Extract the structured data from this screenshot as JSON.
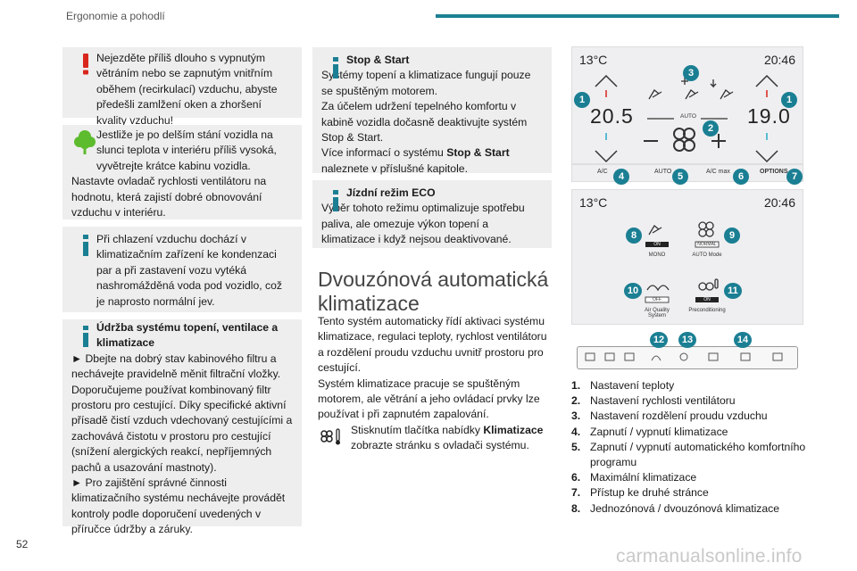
{
  "header": {
    "title": "Ergonomie a pohodlí"
  },
  "page_number": "52",
  "watermark": "carmanualsonline.info",
  "boxes": {
    "warning": "Nejezděte příliš dlouho s vypnutým větráním nebo se zapnutým vnitřním oběhem (recirkulací) vzduchu, abyste předešli zamlžení oken a zhoršení kvality vzduchu!",
    "eco_tip_1": "Jestliže je po delším stání vozidla na slunci teplota v interiéru příliš vysoká, vyvětrejte krátce kabinu vozidla.",
    "eco_tip_2": "Nastavte ovladač rychlosti ventilátoru na hodnotu, která zajistí dobré obnovování vzduchu v interiéru.",
    "info_condensation": "Při chlazení vzduchu dochází v klimatizačním zařízení ke kondenzaci par a při zastavení vozu vytéká nashromážděná voda pod vozidlo, což je naprosto normální jev.",
    "maintenance_title": "Údržba systému topení, ventilace a klimatizace",
    "maintenance_p1": "► Dbejte na dobrý stav kabinového filtru a nechávejte pravidelně měnit filtrační vložky. Doporučujeme používat kombinovaný filtr prostoru pro cestující. Díky specifické aktivní přísadě čistí vzduch vdechovaný cestujícími a zachovává čistotu v prostoru pro cestující (snížení alergických reakcí, nepříjemných pachů a usazování mastnoty).",
    "maintenance_p2": "► Pro zajištění správné činnosti klimatizačního systému nechávejte provádět kontroly podle doporučení uvedených v příručce údržby a záruky.",
    "stopstart_title": "Stop & Start",
    "stopstart_p1": "Systémy topení a klimatizace fungují pouze se spuštěným motorem.",
    "stopstart_p2": "Za účelem udržení tepelného komfortu v kabině vozidla dočasně deaktivujte systém Stop & Start.",
    "stopstart_p3a": "Více informací o systému ",
    "stopstart_p3b": "Stop & Start",
    "stopstart_p3c": " naleznete v příslušné kapitole.",
    "eco_title": "Jízdní režim ECO",
    "eco_p": "Výběr tohoto režimu optimalizuje spotřebu paliva, ale omezuje výkon topení a klimatizace i když nejsou deaktivované."
  },
  "section": {
    "title": "Dvouzónová automatická klimatizace",
    "p1": "Tento systém automaticky řídí aktivaci systému klimatizace, regulaci teploty, rychlost ventilátoru a rozdělení proudu vzduchu uvnitř prostoru pro cestující.",
    "p2": "Systém klimatizace pracuje se spuštěným motorem, ale větrání a jeho ovládací prvky lze používat i při zapnutém zapalování.",
    "p3a": "Stisknutím tlačítka nabídky ",
    "p3b": "Klimatizace",
    "p3c": " zobrazte stránku s ovladači systému."
  },
  "screen1": {
    "outside_temp": "13°C",
    "clock": "20:46",
    "left_temp": "20.5",
    "right_temp": "19.0",
    "auto": "AUTO",
    "buttons": [
      "A/C",
      "AUTO",
      "A/C max",
      "OPTIONS"
    ],
    "badges": [
      "1",
      "3",
      "1",
      "2",
      "4",
      "5",
      "6",
      "7"
    ]
  },
  "screen2": {
    "outside_temp": "13°C",
    "clock": "20:46",
    "items": [
      {
        "badge": "8",
        "label": "MONO",
        "tag": "ON"
      },
      {
        "badge": "9",
        "label": "AUTO Mode",
        "tag": "NORMAL"
      },
      {
        "badge": "10",
        "label": "Air Quality System",
        "tag": "OFF"
      },
      {
        "badge": "11",
        "label": "Preconditioning",
        "tag": "ON"
      }
    ]
  },
  "strip": {
    "badges": [
      "12",
      "13",
      "14"
    ]
  },
  "list": [
    {
      "n": "1.",
      "t": "Nastavení teploty"
    },
    {
      "n": "2.",
      "t": "Nastavení rychlosti ventilátoru"
    },
    {
      "n": "3.",
      "t": "Nastavení rozdělení proudu vzduchu"
    },
    {
      "n": "4.",
      "t": "Zapnutí / vypnutí klimatizace"
    },
    {
      "n": "5.",
      "t": "Zapnutí / vypnutí automatického komfortního programu"
    },
    {
      "n": "6.",
      "t": "Maximální klimatizace"
    },
    {
      "n": "7.",
      "t": "Přístup ke druhé stránce"
    },
    {
      "n": "8.",
      "t": "Jednozónová / dvouzónová klimatizace"
    }
  ]
}
